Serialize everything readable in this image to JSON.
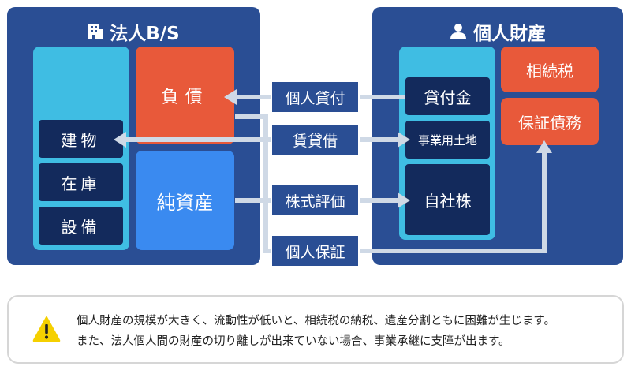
{
  "corporate": {
    "title": "法人B/S",
    "title_icon": "building-icon",
    "assets": [
      "建物",
      "在庫",
      "設備"
    ],
    "liability": "負債",
    "net_assets": "純資産"
  },
  "personal": {
    "title": "個人財産",
    "title_icon": "person-icon",
    "assets": [
      "貸付金",
      "事業用土地",
      "自社株"
    ],
    "taxes": [
      "相続税",
      "保証債務"
    ]
  },
  "relations": [
    "個人貸付",
    "賃貸借",
    "株式評価",
    "個人保証"
  ],
  "note": {
    "icon": "warning-icon",
    "lines": [
      "個人財産の規模が大きく、流動性が低いと、相続税の納税、遺産分割ともに困難が生じます。",
      "また、法人個人間の財産の切り離しが出来ていない場合、事業承継に支障が出ます。"
    ]
  },
  "colors": {
    "panel": "#2a4e94",
    "column": "#3fbde3",
    "navy_box": "#132a5c",
    "orange_box": "#e8593a",
    "blue_box": "#3a8af0",
    "arrow": "#cfd9e6",
    "warning": "#f5d000"
  }
}
